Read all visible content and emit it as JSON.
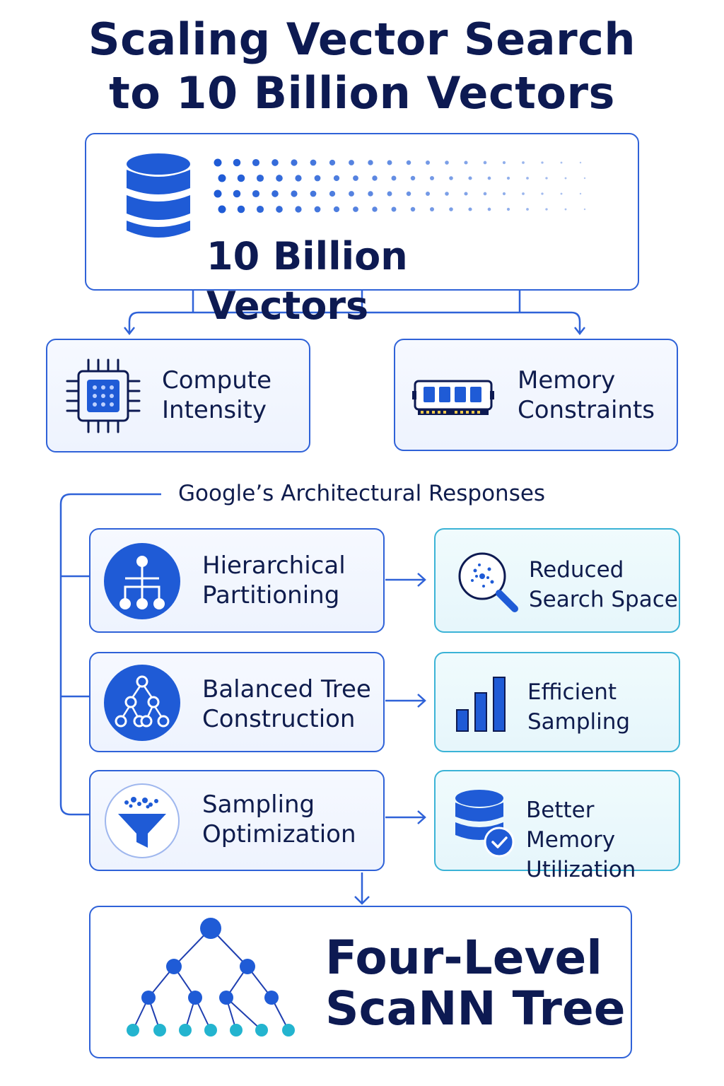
{
  "title": {
    "line1": "Scaling Vector Search",
    "line2": "to 10 Billion Vectors"
  },
  "source": {
    "label": "10 Billion Vectors",
    "icon": "database-icon"
  },
  "challenges": [
    {
      "line1": "Compute",
      "line2": "Intensity",
      "icon": "cpu-chip-icon"
    },
    {
      "line1": "Memory",
      "line2": "Constraints",
      "icon": "memory-module-icon"
    }
  ],
  "responses_heading": "Google’s Architectural Responses",
  "responses": [
    {
      "line1": "Hierarchical",
      "line2": "Partitioning",
      "icon": "hierarchy-icon"
    },
    {
      "line1": "Balanced Tree",
      "line2": "Construction",
      "icon": "balanced-tree-icon"
    },
    {
      "line1": "Sampling",
      "line2": "Optimization",
      "icon": "funnel-icon"
    }
  ],
  "outcomes": [
    {
      "line1": "Reduced",
      "line2": "Search Space",
      "icon": "magnifier-icon"
    },
    {
      "line1": "Efficient",
      "line2": "Sampling",
      "icon": "bar-chart-icon"
    },
    {
      "line1": "Better Memory",
      "line2": "Utilization",
      "icon": "database-check-icon"
    }
  ],
  "result": {
    "line1": "Four-Level",
    "line2": "ScaNN Tree",
    "icon": "scann-tree-icon"
  },
  "colors": {
    "primary": "#1f5bd6",
    "navy": "#0d1a52",
    "teal": "#23b4cf",
    "border": "#2f62d8"
  }
}
